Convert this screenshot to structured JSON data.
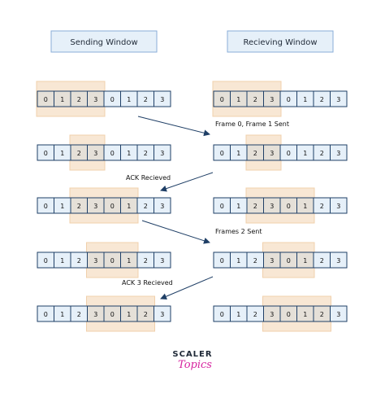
{
  "headers": {
    "sender": "Sending Window",
    "receiver": "Recieving Window"
  },
  "frame_numbers": [
    "0",
    "1",
    "2",
    "3",
    "0",
    "1",
    "2",
    "3"
  ],
  "rows": [
    {
      "sender_window": [
        0,
        3
      ],
      "receiver_window": [
        0,
        3
      ]
    },
    {
      "sender_window": [
        2,
        3
      ],
      "receiver_window": [
        2,
        3
      ]
    },
    {
      "sender_window": [
        2,
        5
      ],
      "receiver_window": [
        2,
        5
      ]
    },
    {
      "sender_window": [
        3,
        5
      ],
      "receiver_window": [
        3,
        5
      ]
    },
    {
      "sender_window": [
        3,
        6
      ],
      "receiver_window": [
        3,
        6
      ]
    }
  ],
  "messages": [
    {
      "label": "Frame 0, Frame 1 Sent",
      "direction": "to-receiver"
    },
    {
      "label": "ACK Recieved",
      "direction": "to-sender"
    },
    {
      "label": "Frames 2 Sent",
      "direction": "to-receiver"
    },
    {
      "label": "ACK 3 Recieved",
      "direction": "to-sender"
    }
  ],
  "logo": {
    "line1": "SCALER",
    "line2": "Topics"
  },
  "colors": {
    "cell_fill": "#e6f0f9",
    "cell_border": "#1f3f66",
    "window_fill": "#f8e7d4",
    "window_border": "#f0d0ac",
    "window_cell_fill": "#e5e0d8",
    "header_fill": "#e6f0f9",
    "header_border": "#8aaed8",
    "arrow": "#1f3f66",
    "logo_accent": "#d6249f"
  }
}
